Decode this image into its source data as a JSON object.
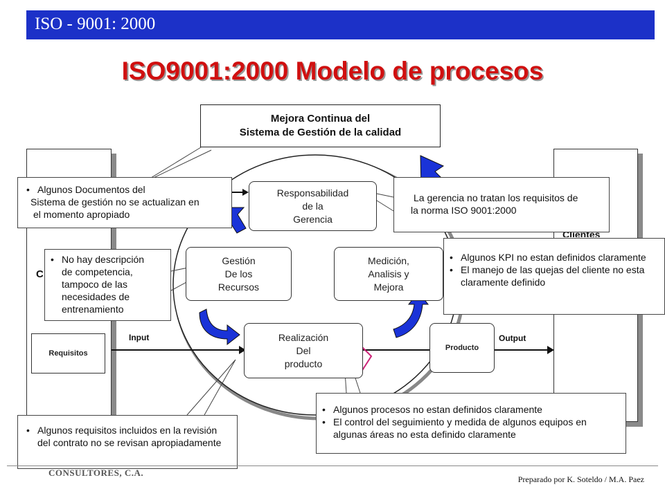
{
  "header": {
    "title": "ISO - 9001: 2000"
  },
  "main_title": "ISO9001:2000  Modelo de procesos",
  "diagram": {
    "mejora_box": {
      "line1": "Mejora Continua del",
      "line2": "Sistema de Gestión de la calidad"
    },
    "processes": {
      "responsabilidad": "Responsabilidad\nde la\nGerencia",
      "gestion": "Gestión\nDe los\nRecursos",
      "medicion": "Medición,\nAnalisis y\nMejora",
      "realizacion": "Realización\nDel\nproducto"
    },
    "left_column_letter": "C",
    "right_column_text": "Clientes",
    "requisitos": "Requisitos",
    "producto": "Producto",
    "input_label": "Input",
    "output_label": "Output",
    "colors": {
      "blue_arrow": "#1a33d8",
      "magenta_outline": "#cc2277"
    }
  },
  "callouts": {
    "documentos": [
      "Algunos Documentos del",
      "Sistema de gestión no se actualizan en",
      "el momento apropiado"
    ],
    "gerencia": [
      "La gerencia no tratan los requisitos de",
      "la norma ISO 9001:2000"
    ],
    "competencia": [
      "No hay descripción",
      "de competencia,",
      "tampoco de las",
      "necesidades de",
      "entrenamiento"
    ],
    "kpi": [
      "Algunos KPI no estan definidos claramente",
      "El manejo de las quejas del cliente no esta claramente definido"
    ],
    "procesos": [
      "Algunos procesos no estan definidos claramente",
      "El control del seguimiento y medida de algunos equipos en algunas áreas no esta definido claramente"
    ],
    "requisitos": [
      "Algunos requisitos incluidos en la revisión del contrato no se revisan apropiadamente"
    ]
  },
  "footer": {
    "credit": "Preparado por K. Soteldo / M.A. Paez",
    "logo": "CONSULTORES, C.A."
  }
}
